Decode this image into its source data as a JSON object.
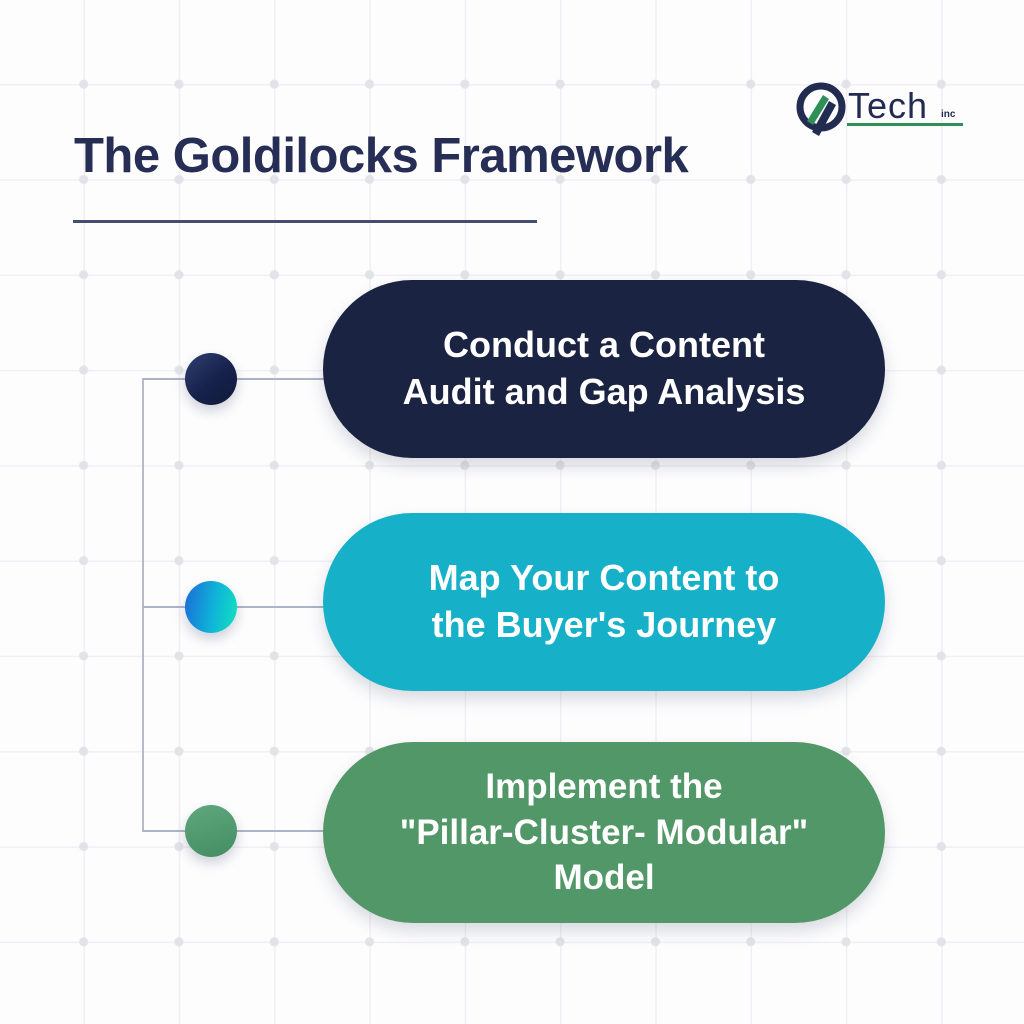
{
  "header": {
    "title": "The Goldilocks Framework"
  },
  "logo": {
    "brand": "Tech",
    "suffix": "inc",
    "navy": "#222c51",
    "green": "#2e8f58"
  },
  "colors": {
    "background": "#fdfdfe",
    "grid_line": "#f0f0f4",
    "grid_dot": "#e2e3e9",
    "title_navy": "#262e55",
    "title_underline": "#474d6f",
    "connector_line": "#aeb4c8",
    "pill_text": "#ffffff"
  },
  "steps": [
    {
      "label": "Conduct a Content Audit and Gap Analysis",
      "lines": [
        "Conduct a Content",
        "Audit and Gap Analysis"
      ],
      "pill_color": "#1a2342",
      "dot_gradient": "linear-gradient(140deg, #2e4070 0%, #16214b 55%, #101a3a 100%)"
    },
    {
      "label": "Map Your Content to the Buyer's Journey",
      "lines": [
        "Map Your Content to",
        "the Buyer's Journey"
      ],
      "pill_color": "#17b0c9",
      "dot_gradient": "linear-gradient(100deg, #1a71d6 5%, #0fb4d8 55%, #12e2bd 100%)"
    },
    {
      "label": "Implement the \"Pillar-Cluster- Modular\" Model",
      "lines": [
        "Implement the",
        "\"Pillar-Cluster- Modular\"",
        "Model"
      ],
      "pill_color": "#529768",
      "dot_gradient": "linear-gradient(165deg, #5fa87d 0%, #448c62 100%)"
    }
  ]
}
